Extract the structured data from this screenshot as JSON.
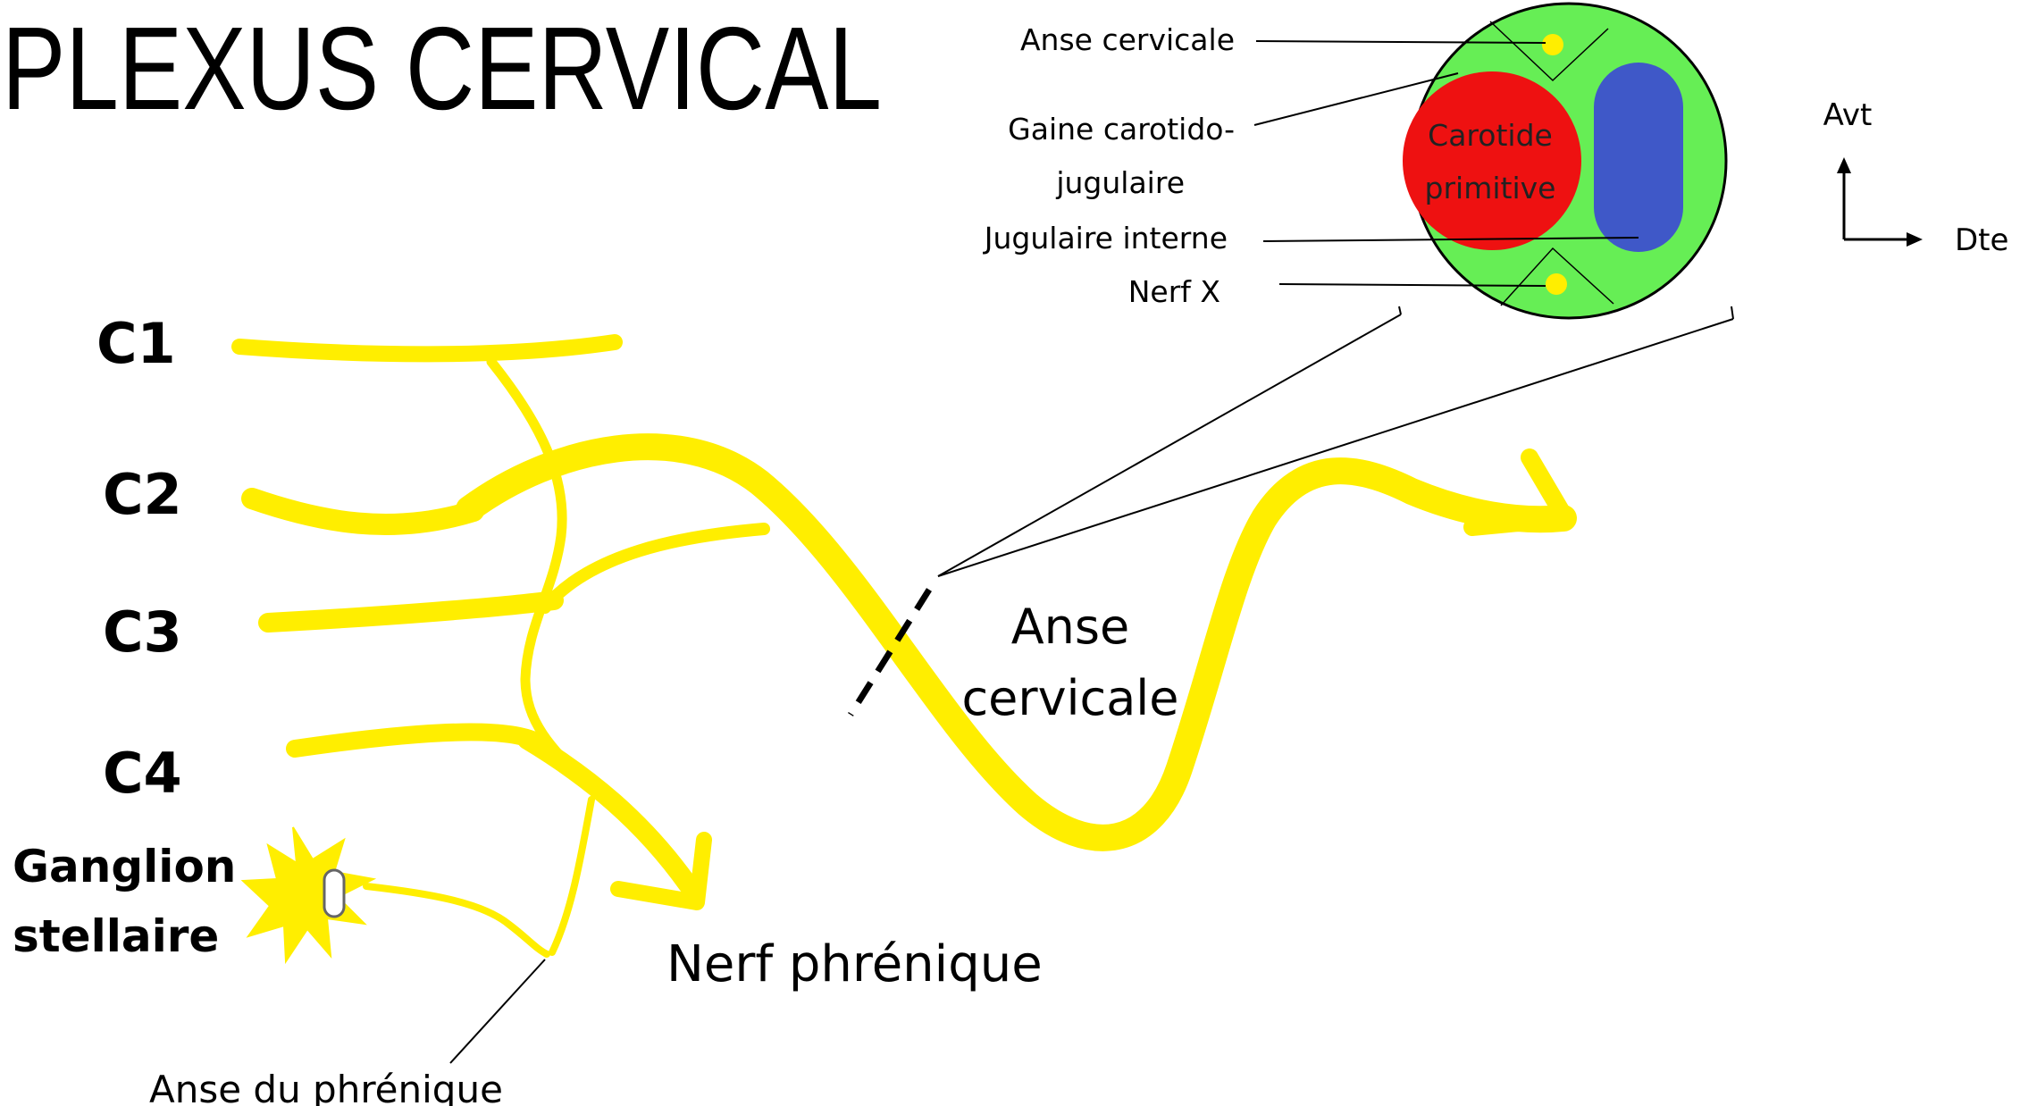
{
  "title": "PLEXUS CERVICAL",
  "roots": {
    "c1": "C1",
    "c2": "C2",
    "c3": "C3",
    "c4": "C4"
  },
  "ganglion": {
    "line1": "Ganglion",
    "line2": "stellaire"
  },
  "labels": {
    "anse_cervicale_line1": "Anse",
    "anse_cervicale_line2": "cervicale",
    "nerf_phrenique": "Nerf phrénique",
    "anse_du_phrenique": "Anse du phrénique"
  },
  "inset": {
    "anse_cervicale": "Anse cervicale",
    "gaine_line1": "Gaine carotido-",
    "gaine_line2": "jugulaire",
    "jugulaire_interne": "Jugulaire interne",
    "nerf_x": "Nerf X",
    "carotide_line1": "Carotide",
    "carotide_line2": "primitive"
  },
  "orientation": {
    "up": "Avt",
    "right": "Dte"
  },
  "colors": {
    "nerve": "#ffee00",
    "sheath": "#66ee55",
    "carotid": "#ee1111",
    "jugular": "#3f58c8",
    "nerve_dot": "#ffee00",
    "carotid_text": "#222222"
  }
}
